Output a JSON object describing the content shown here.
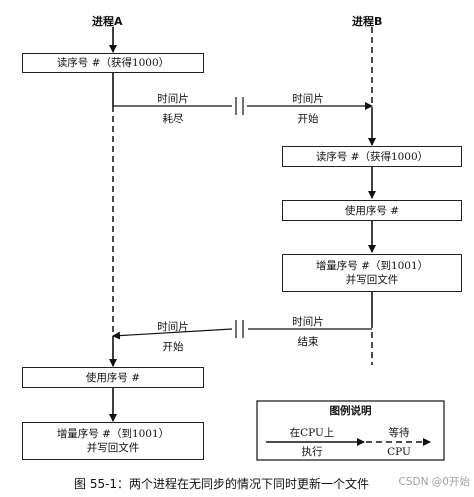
{
  "processes": {
    "a": "进程A",
    "b": "进程B"
  },
  "boxes": {
    "a_read": "读序号 #（获得1000）",
    "b_read": "读序号 #（获得1000）",
    "b_use": "使用序号 #",
    "b_inc_1": "增量序号 #（到1001）",
    "b_inc_2": "并写回文件",
    "a_use": "使用序号 #",
    "a_inc_1": "增量序号 #（到1001）",
    "a_inc_2": "并写回文件"
  },
  "slices": {
    "a_end_1": "时间片",
    "a_end_2": "耗尽",
    "b_start_1": "时间片",
    "b_start_2": "开始",
    "b_end_1": "时间片",
    "b_end_2": "结束",
    "a_start_1": "时间片",
    "a_start_2": "开始"
  },
  "legend": {
    "title": "图例说明",
    "exec_1": "在CPU上",
    "exec_2": "执行",
    "wait_1": "等待",
    "wait_2": "CPU"
  },
  "caption": "图 55-1：两个进程在无同步的情况下同时更新一个文件",
  "watermark": "CSDN @0开始"
}
